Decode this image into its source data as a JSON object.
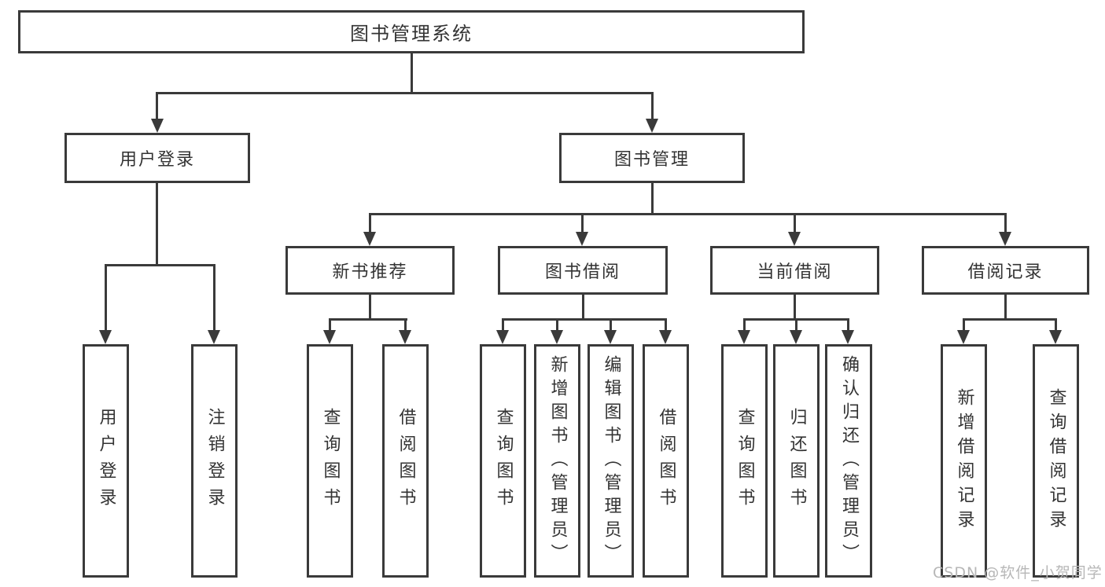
{
  "diagram_type": "hierarchy-tree",
  "colors": {
    "line": "#3a3a3a",
    "box_border": "#3a3a3a",
    "box_background": "#ffffff",
    "text": "#333333",
    "watermark_text": "#b7b7b7",
    "page_background": "#ffffff"
  },
  "nodes": {
    "root": "图书管理系统",
    "user_login": "用户登录",
    "book_mgmt": "图书管理",
    "new_book": "新书推荐",
    "book_borrow": "图书借阅",
    "current_borrow": "当前借阅",
    "borrow_record": "借阅记录",
    "leaves_user": [
      "用户登录",
      "注销登录"
    ],
    "leaves_new_book": [
      "查询图书",
      "借阅图书"
    ],
    "leaves_book_borrow": [
      "查询图书",
      "新增图书（管理员）",
      "编辑图书（管理员）",
      "借阅图书"
    ],
    "leaves_current": [
      "查询图书",
      "归还图书",
      "确认归还（管理员）"
    ],
    "leaves_record": [
      "新增借阅记录",
      "查询借阅记录"
    ]
  },
  "watermark": "CSDN @软件_小贺同学"
}
